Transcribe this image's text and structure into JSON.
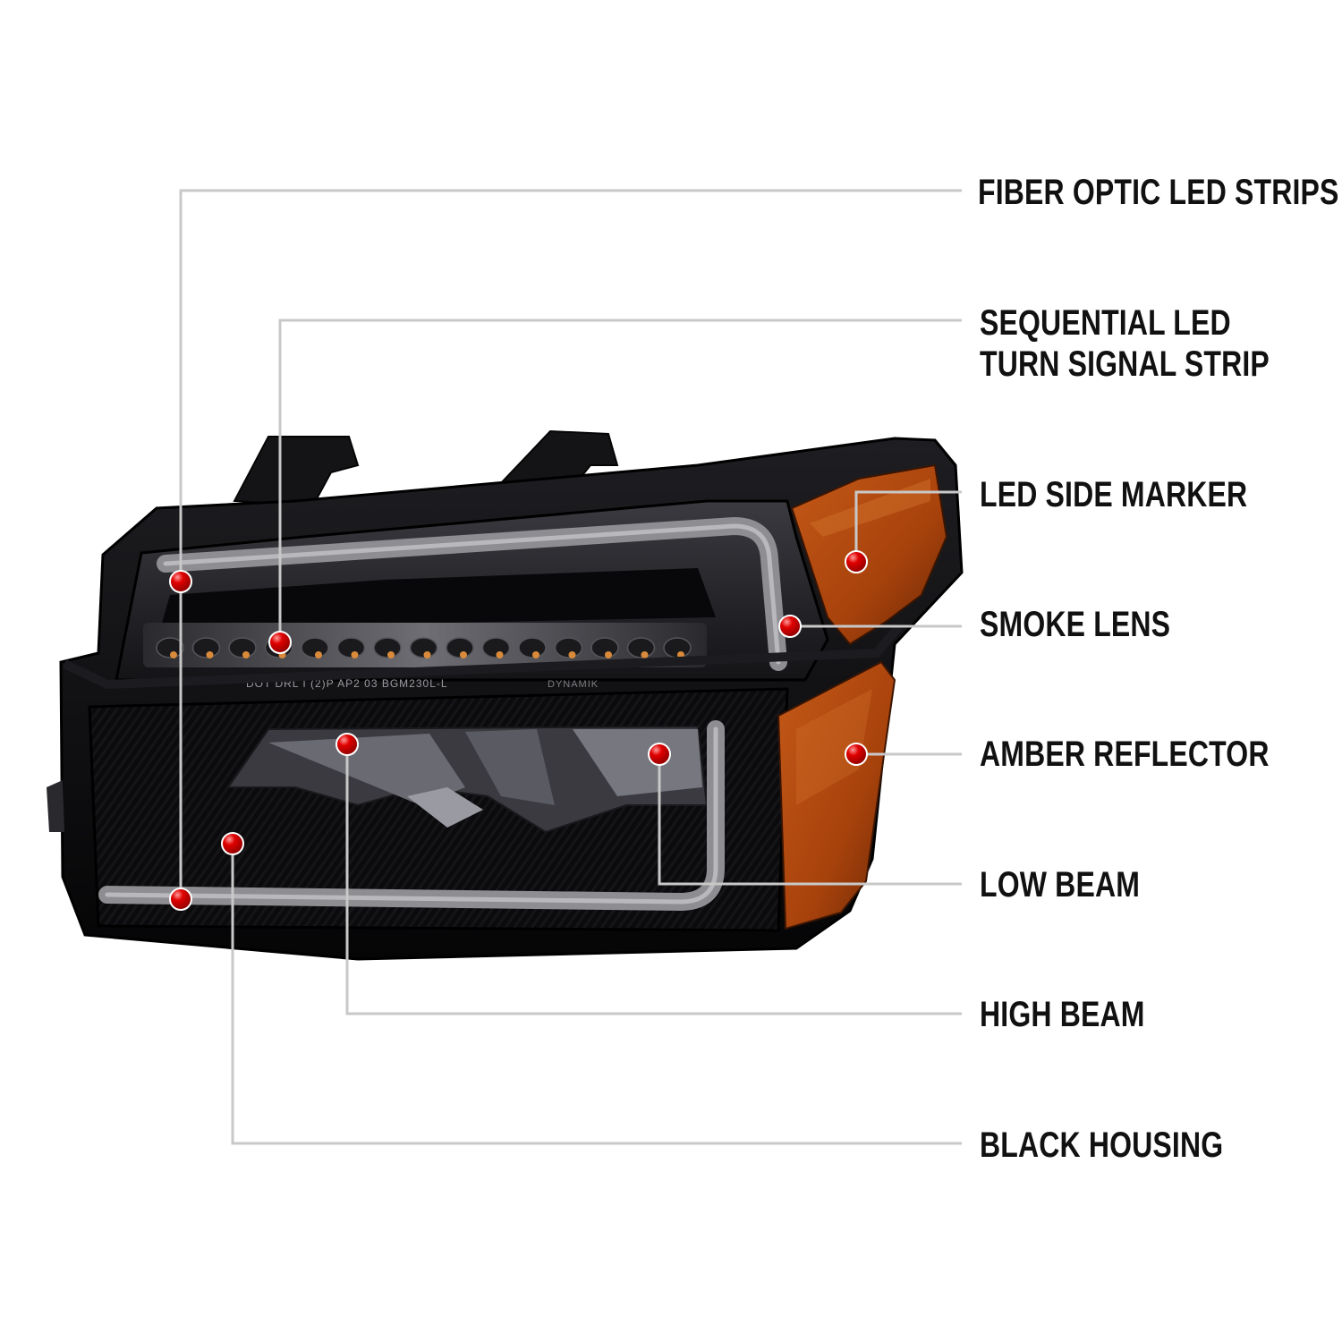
{
  "colors": {
    "background": "#ffffff",
    "housing": "#0d0d0f",
    "smoke": "#2b2b30",
    "fiber": "#8d8d92",
    "amber": "#b04a10",
    "amber_dark": "#6a2806",
    "leader": "#c8c8c8",
    "dot": "#e00000",
    "label": "#111111"
  },
  "callouts": [
    {
      "id": "fiber-optic-led-strips",
      "lines": [
        "FIBER OPTIC LED STRIPS"
      ]
    },
    {
      "id": "sequential-led-turn-signal-strip",
      "lines": [
        "SEQUENTIAL LED",
        "TURN SIGNAL STRIP"
      ]
    },
    {
      "id": "led-side-marker",
      "lines": [
        "LED SIDE MARKER"
      ]
    },
    {
      "id": "smoke-lens",
      "lines": [
        "SMOKE LENS"
      ]
    },
    {
      "id": "amber-reflector",
      "lines": [
        "AMBER REFLECTOR"
      ]
    },
    {
      "id": "low-beam",
      "lines": [
        "LOW BEAM"
      ]
    },
    {
      "id": "high-beam",
      "lines": [
        "HIGH BEAM"
      ]
    },
    {
      "id": "black-housing",
      "lines": [
        "BLACK HOUSING"
      ]
    }
  ],
  "lens_print": {
    "dot_code": "DOT DRL I (2)P AP2 03 BGM230L-L",
    "brand": "DYNAMIK"
  },
  "icons": {
    "callout-dot": "red-sphere-icon",
    "headlight": "headlight-illustration"
  }
}
